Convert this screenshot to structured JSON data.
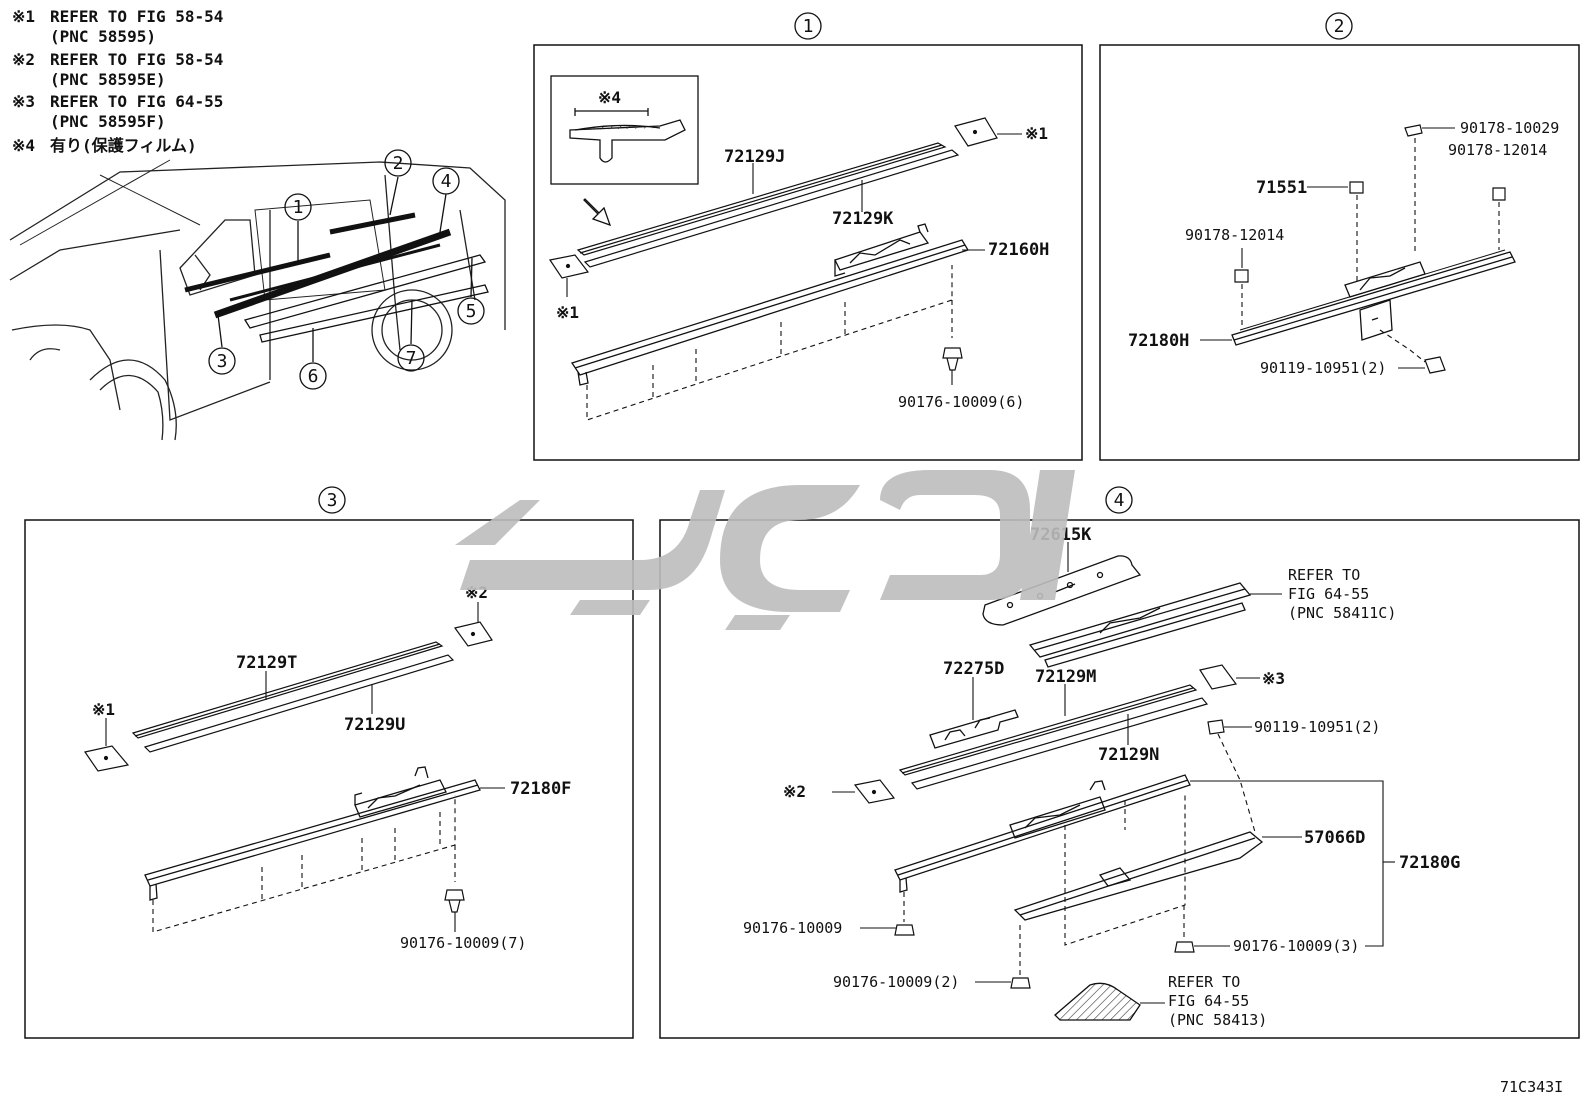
{
  "notes": [
    {
      "mark": "※1",
      "line1": "REFER TO FIG 58-54",
      "line2": "(PNC 58595)"
    },
    {
      "mark": "※2",
      "line1": "REFER TO FIG 58-54",
      "line2": "(PNC 58595E)"
    },
    {
      "mark": "※3",
      "line1": "REFER TO FIG 64-55",
      "line2": "(PNC 58595F)"
    },
    {
      "mark": "※4",
      "line1": "有り(保護フィルム)",
      "line2": ""
    }
  ],
  "vehicle": {
    "callouts": [
      "1",
      "2",
      "3",
      "4",
      "5",
      "6",
      "7"
    ]
  },
  "panels": {
    "p1": {
      "number": "1",
      "inset_mark": "※4",
      "labels": {
        "a": "72129J",
        "b": "72129K",
        "c": "72160H",
        "d": "90176-10009(6)",
        "e": "※1",
        "f": "※1"
      }
    },
    "p2": {
      "number": "2",
      "labels": {
        "a": "90178-10029",
        "b": "90178-12014",
        "c": "71551",
        "d": "90178-12014",
        "e": "72180H",
        "f": "90119-10951(2)"
      }
    },
    "p3": {
      "number": "3",
      "labels": {
        "a": "※2",
        "b": "72129T",
        "c": "※1",
        "d": "72129U",
        "e": "72180F",
        "f": "90176-10009(7)"
      }
    },
    "p4": {
      "number": "4",
      "labels": {
        "a": "72615K",
        "ref1_1": "REFER TO",
        "ref1_2": "FIG 64-55",
        "ref1_3": "(PNC 58411C)",
        "b": "72275D",
        "c": "72129M",
        "d": "※3",
        "e": "90119-10951(2)",
        "f": "72129N",
        "g": "※2",
        "h": "57066D",
        "i": "72180G",
        "j": "90176-10009",
        "k": "90176-10009(3)",
        "l": "90176-10009(2)",
        "ref2_1": "REFER TO",
        "ref2_2": "FIG 64-55",
        "ref2_3": "(PNC 58413)"
      }
    }
  },
  "figure_code": "71C343I",
  "watermark": {
    "color": "#bdbdbd"
  }
}
